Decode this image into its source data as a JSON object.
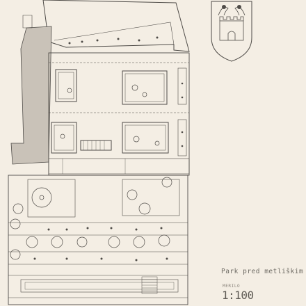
{
  "drawing": {
    "caption": "Park pred metliškim g",
    "scale_label": "MERILO",
    "scale_value": "1:100"
  },
  "colors": {
    "paper": "#f4eee4",
    "ink": "#4e4b47",
    "light_ink": "#8f8a82"
  },
  "icons": {
    "crest": "coat-of-arms-icon"
  }
}
